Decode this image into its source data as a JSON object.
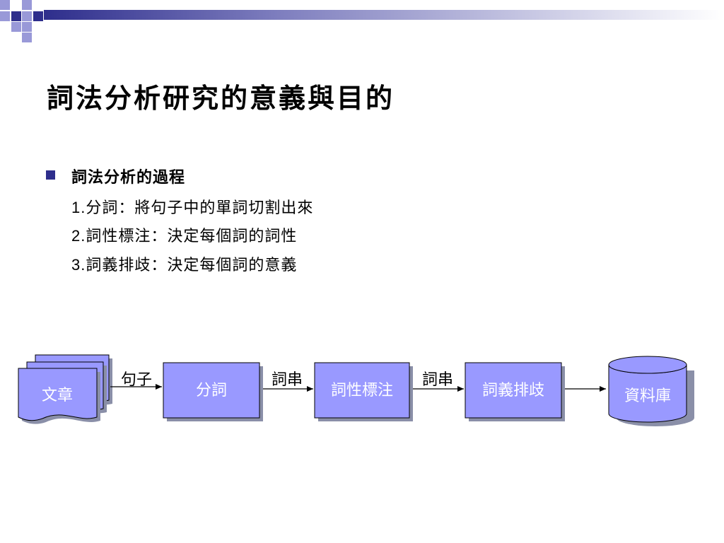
{
  "slide": {
    "title": "詞法分析研究的意義與目的",
    "bullet": {
      "heading": "詞法分析的過程",
      "items": [
        {
          "num": "1.",
          "text": "分詞：將句子中的單詞切割出來"
        },
        {
          "num": "2.",
          "text": "詞性標注：決定每個詞的詞性"
        },
        {
          "num": "3.",
          "text": "詞義排歧：決定每個詞的意義"
        }
      ]
    },
    "flow": {
      "document_label": "文章",
      "nodes": [
        "分詞",
        "詞性標注",
        "詞義排歧"
      ],
      "database_label": "資料庫",
      "edge_labels": [
        "句子",
        "詞串",
        "詞串"
      ]
    }
  },
  "colors": {
    "box_fill": "#9999ff",
    "shadow": "#8a8fa8",
    "bullet": "#2e2e8c",
    "deco_dark": "#2e2e8c",
    "deco_light": "#9999d8"
  }
}
